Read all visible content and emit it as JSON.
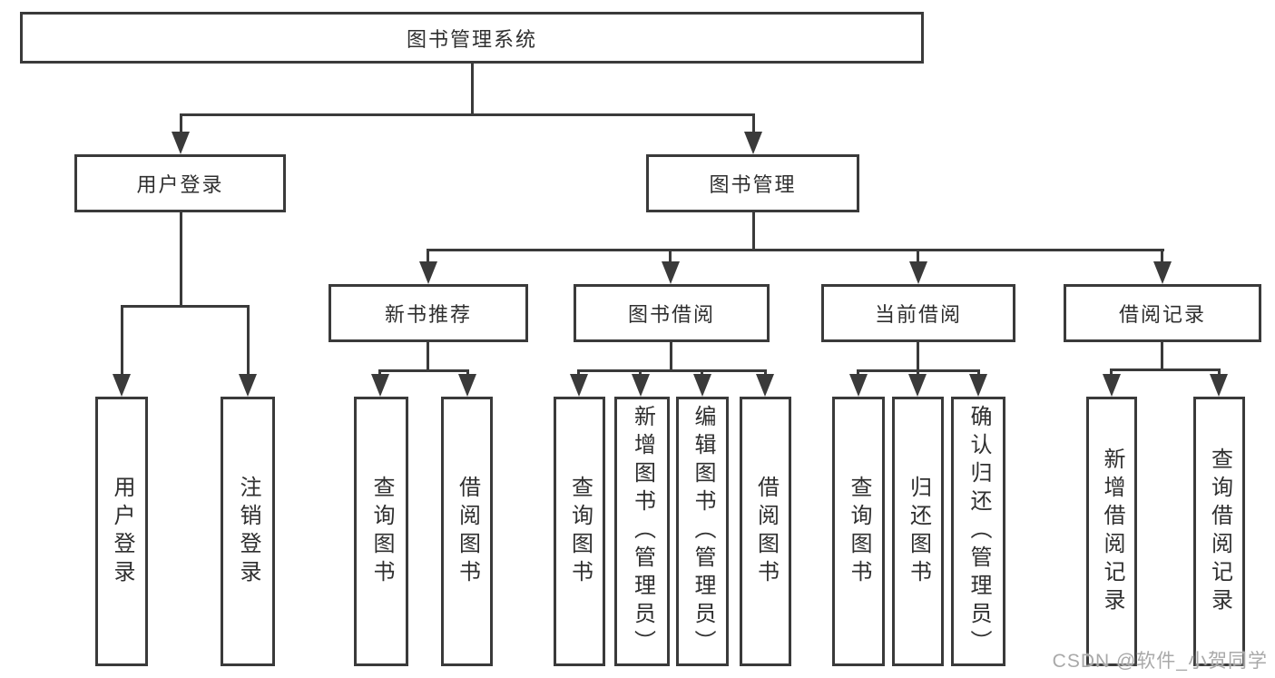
{
  "diagram": {
    "type": "hierarchy-tree",
    "root": {
      "label": "图书管理系统"
    },
    "branches": [
      {
        "label": "用户登录",
        "children": [
          {
            "label": "用户登录"
          },
          {
            "label": "注销登录"
          }
        ]
      },
      {
        "label": "图书管理",
        "children": [
          {
            "label": "新书推荐",
            "children": [
              {
                "label": "查询图书"
              },
              {
                "label": "借阅图书"
              }
            ]
          },
          {
            "label": "图书借阅",
            "children": [
              {
                "label": "查询图书"
              },
              {
                "label": "新增图书（管理员）"
              },
              {
                "label": "编辑图书（管理员）"
              },
              {
                "label": "借阅图书"
              }
            ]
          },
          {
            "label": "当前借阅",
            "children": [
              {
                "label": "查询图书"
              },
              {
                "label": "归还图书"
              },
              {
                "label": "确认归还（管理员）"
              }
            ]
          },
          {
            "label": "借阅记录",
            "children": [
              {
                "label": "新增借阅记录"
              },
              {
                "label": "查询借阅记录"
              }
            ]
          }
        ]
      }
    ]
  },
  "watermark": {
    "text": "CSDN @软件_小贺同学"
  },
  "colors": {
    "line": "#3a3a3a",
    "box_background": "#ffffff",
    "text": "#2f2f2f",
    "watermark": "#a9a9a9"
  }
}
